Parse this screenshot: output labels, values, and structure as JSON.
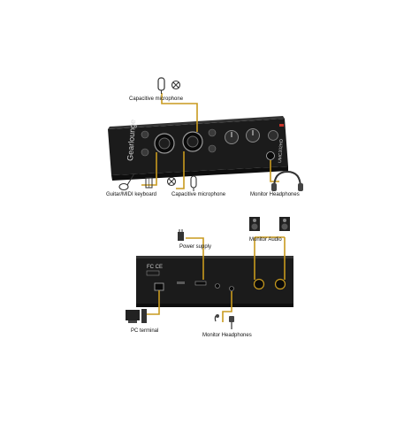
{
  "front_view": {
    "device_brand": "Gearlounge",
    "device_model": "UMC202HD",
    "labels": {
      "capacitive_microphone_top": "Capacitive microphone",
      "guitar_midi_keyboard": "Guitar/MIDI keyboard",
      "capacitive_microphone_bottom": "Capacitive microphone",
      "monitor_headphones": "Monitor Headphones"
    }
  },
  "rear_view": {
    "labels": {
      "power_supply": "Power supply",
      "monitor_audio": "Monitor Audio",
      "pc_terminal": "PC terminal",
      "monitor_headphones": "Monitor Headphones"
    }
  },
  "colors": {
    "connector_line": "#c89a1e",
    "device_body": "#1b1b1b",
    "device_face": "#232323",
    "knob": "#3a3a3a",
    "accent_red": "#c8352b"
  },
  "icons": [
    "microphone-icon",
    "xlr-icon",
    "guitar-icon",
    "keyboard-icon",
    "headphones-icon",
    "speaker-icon",
    "power-adapter-icon",
    "pc-icon"
  ]
}
